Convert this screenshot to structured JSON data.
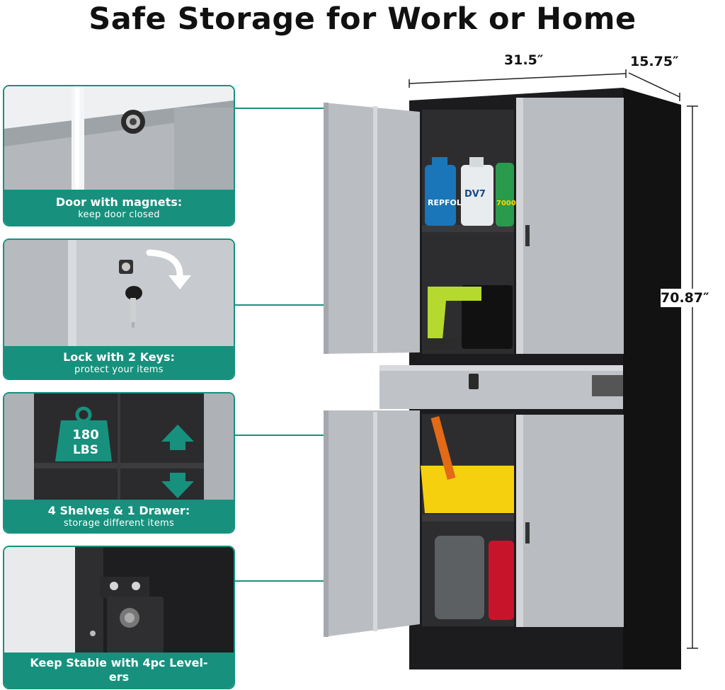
{
  "title": "Safe Storage for Work or Home",
  "dimensions": {
    "width": "31.5″",
    "depth": "15.75″",
    "height": "70.87″"
  },
  "features": [
    {
      "title": "Door with magnets:",
      "subtitle": "keep door closed"
    },
    {
      "title": "Lock with 2 Keys:",
      "subtitle": "protect your items"
    },
    {
      "title": "4 Shelves & 1 Drawer:",
      "subtitle": "storage different items"
    },
    {
      "title": "Keep Stable with 4pc Level-",
      "title_line2": "ers",
      "subtitle": ""
    }
  ],
  "weight_badge": {
    "value": "180",
    "unit": "LBS"
  },
  "products": {
    "oil_bottle_1_brand": "REPFOL",
    "oil_bottle_2_brand": "DV7",
    "oil_bottle_3_brand": "7000"
  },
  "colors": {
    "accent": "#17917e",
    "cabinet_black": "#1c1c1e",
    "door_gray": "#b9bcc0"
  }
}
